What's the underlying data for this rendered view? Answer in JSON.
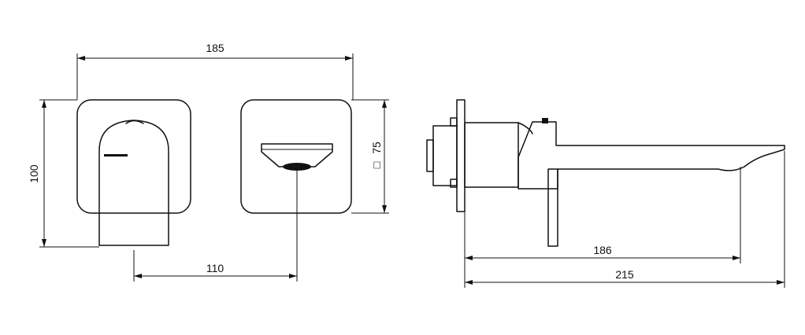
{
  "dimensions": {
    "total_width": "185",
    "height": "100",
    "spout_offset": "110",
    "plate_size_symbol": "□",
    "plate_size": "75",
    "projection": "186",
    "overall_depth": "215"
  }
}
